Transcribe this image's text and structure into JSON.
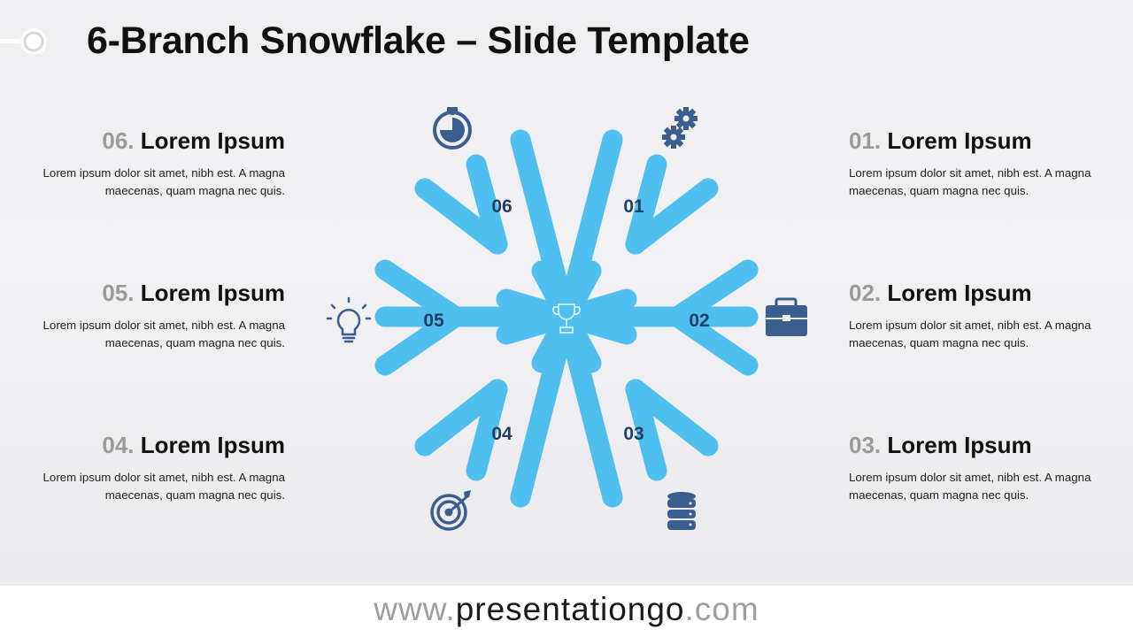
{
  "title": "6-Branch Snowflake – Slide Template",
  "colors": {
    "snowflake": "#4fbfef",
    "icon": "#3a5f8e",
    "number_gray": "#9a9a9a"
  },
  "items": [
    {
      "num": "01.",
      "label": "Lorem Ipsum",
      "desc": "Lorem ipsum dolor sit amet, nibh est. A magna maecenas, quam magna nec quis.",
      "icon": "gears-icon"
    },
    {
      "num": "02.",
      "label": "Lorem Ipsum",
      "desc": "Lorem ipsum dolor sit amet, nibh est. A magna maecenas, quam magna nec quis.",
      "icon": "briefcase-icon"
    },
    {
      "num": "03.",
      "label": "Lorem Ipsum",
      "desc": "Lorem ipsum dolor sit amet, nibh est. A magna maecenas, quam magna nec quis.",
      "icon": "database-icon"
    },
    {
      "num": "04.",
      "label": "Lorem Ipsum",
      "desc": "Lorem ipsum dolor sit amet, nibh est. A magna maecenas, quam magna nec quis.",
      "icon": "target-icon"
    },
    {
      "num": "05.",
      "label": "Lorem Ipsum",
      "desc": "Lorem ipsum dolor sit amet, nibh est. A magna maecenas, quam magna nec quis.",
      "icon": "lightbulb-icon"
    },
    {
      "num": "06.",
      "label": "Lorem Ipsum",
      "desc": "Lorem ipsum dolor sit amet, nibh est. A magna maecenas, quam magna nec quis.",
      "icon": "stopwatch-icon"
    }
  ],
  "branch_labels": [
    "01",
    "02",
    "03",
    "04",
    "05",
    "06"
  ],
  "center_icon": "trophy-icon",
  "footer": {
    "www": "www.",
    "domain": "presentationgo",
    "com": ".com"
  }
}
